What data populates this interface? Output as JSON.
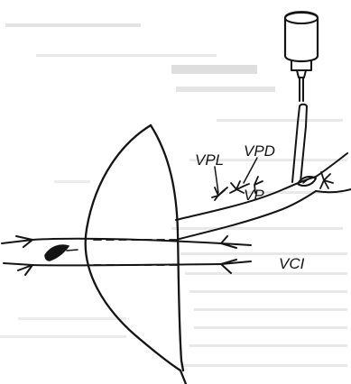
{
  "diagram": {
    "labels": {
      "vpl": "VPL",
      "vpd": "VPD",
      "vp": "VP",
      "vci": "VCI"
    }
  },
  "colors": {
    "ink": "#141414",
    "bleed_through": "#b8b8b8",
    "paper": "#ffffff"
  }
}
